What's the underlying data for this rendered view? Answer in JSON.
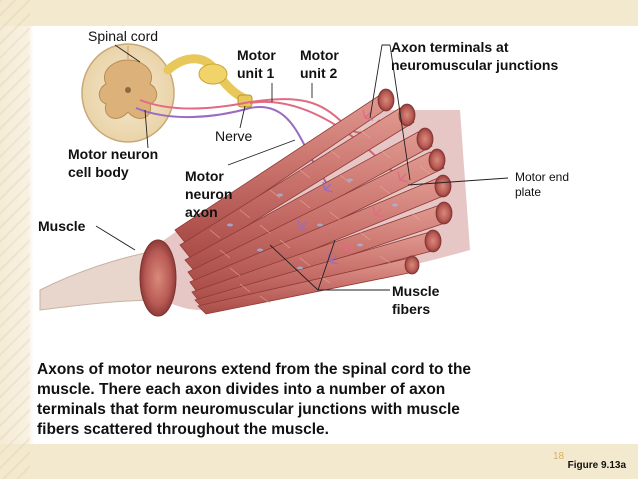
{
  "labels": {
    "spinal_cord": "Spinal cord",
    "motor_unit_1": [
      "Motor",
      "unit 1"
    ],
    "motor_unit_2": [
      "Motor",
      "unit 2"
    ],
    "axon_terminals": [
      "Axon terminals at",
      "neuromuscular junctions"
    ],
    "nerve": "Nerve",
    "motor_neuron_cell_body": [
      "Motor neuron",
      "cell body"
    ],
    "motor_neuron_axon": [
      "Motor",
      "neuron",
      "axon"
    ],
    "motor_end_plate": [
      "Motor end",
      "plate"
    ],
    "muscle": "Muscle",
    "muscle_fibers": [
      "Muscle",
      "fibers"
    ]
  },
  "caption": [
    "Axons of motor neurons extend from the spinal cord to the",
    "muscle. There each axon divides into a number of axon",
    "terminals that form neuromuscular junctions with muscle",
    "fibers scattered throughout the muscle."
  ],
  "figure_id": "Figure 9.13a",
  "page_number": "18",
  "colors": {
    "muscle": "#c8706a",
    "muscle_dark": "#a84a45",
    "axon_pink": "#e06b82",
    "axon_purple": "#9a6cc0",
    "nerve_yellow": "#e8c85a",
    "spinal_cream": "#f3e2c0"
  }
}
